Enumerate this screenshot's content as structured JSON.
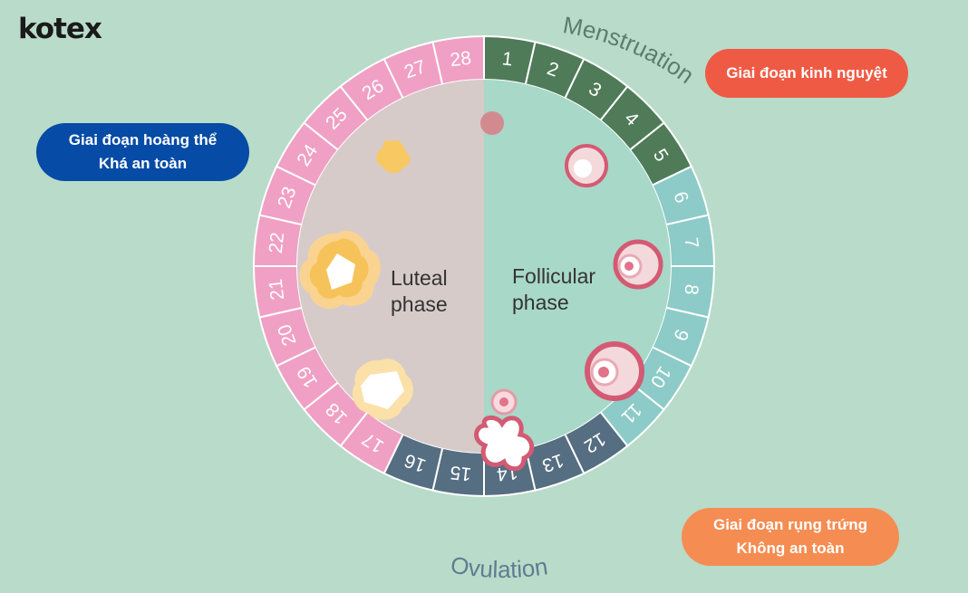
{
  "brand": {
    "logo_text": "kotex"
  },
  "labels": {
    "luteal_phase": [
      "Luteal",
      "phase"
    ],
    "follicular_phase": [
      "Follicular",
      "phase"
    ],
    "menstruation": "Menstruation",
    "ovulation": "Ovulation"
  },
  "callouts": {
    "luteal": [
      "Giai đoạn hoàng thể",
      "Khá an toàn"
    ],
    "menstruation": [
      "Giai đoạn kinh nguyệt"
    ],
    "ovulation": [
      "Giai đoạn rụng trứng",
      "Không an toàn"
    ]
  },
  "cycle": {
    "days": [
      {
        "day": "1",
        "phase": "menstruation"
      },
      {
        "day": "2",
        "phase": "menstruation"
      },
      {
        "day": "3",
        "phase": "menstruation"
      },
      {
        "day": "4",
        "phase": "menstruation"
      },
      {
        "day": "5",
        "phase": "menstruation"
      },
      {
        "day": "6",
        "phase": "follicular"
      },
      {
        "day": "7",
        "phase": "follicular"
      },
      {
        "day": "8",
        "phase": "follicular"
      },
      {
        "day": "9",
        "phase": "follicular"
      },
      {
        "day": "10",
        "phase": "follicular"
      },
      {
        "day": "11",
        "phase": "follicular"
      },
      {
        "day": "12",
        "phase": "ovulation"
      },
      {
        "day": "13",
        "phase": "ovulation"
      },
      {
        "day": "14",
        "phase": "ovulation"
      },
      {
        "day": "15",
        "phase": "ovulation"
      },
      {
        "day": "16",
        "phase": "ovulation"
      },
      {
        "day": "17",
        "phase": "luteal"
      },
      {
        "day": "18",
        "phase": "luteal"
      },
      {
        "day": "19",
        "phase": "luteal"
      },
      {
        "day": "20",
        "phase": "luteal"
      },
      {
        "day": "21",
        "phase": "luteal"
      },
      {
        "day": "22",
        "phase": "luteal"
      },
      {
        "day": "23",
        "phase": "luteal"
      },
      {
        "day": "24",
        "phase": "luteal"
      },
      {
        "day": "25",
        "phase": "luteal"
      },
      {
        "day": "26",
        "phase": "luteal"
      },
      {
        "day": "27",
        "phase": "luteal"
      },
      {
        "day": "28",
        "phase": "luteal"
      }
    ]
  },
  "colors": {
    "background": "#b9dbc9",
    "menstruation": "#4f7b59",
    "follicular": "#8ccbc8",
    "ovulation": "#566e82",
    "luteal": "#f0a0c4",
    "luteal_half": "#d6cbc9",
    "follicular_half": "#a8d8c8",
    "callout_luteal": "#064ba6",
    "callout_menstruation": "#ef5a44",
    "callout_ovulation": "#f58c52"
  }
}
